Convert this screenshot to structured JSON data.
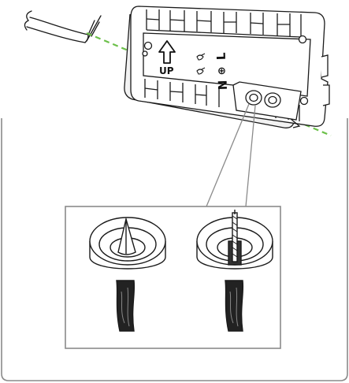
{
  "labels": {
    "up": "UP",
    "live": "L",
    "earth": "⊕",
    "neutral": "N"
  },
  "colors": {
    "line": "#1a1a1a",
    "frame": "#8a8a8a",
    "leader": "#8a8a8a",
    "dashed": "#6cc04a",
    "grommet_fill": "#ffffff"
  },
  "icons": [
    "cable-icon",
    "up-arrow-icon",
    "terminal-icon",
    "earth-symbol-icon",
    "grommet-icon",
    "pierced-grommet-icon"
  ]
}
